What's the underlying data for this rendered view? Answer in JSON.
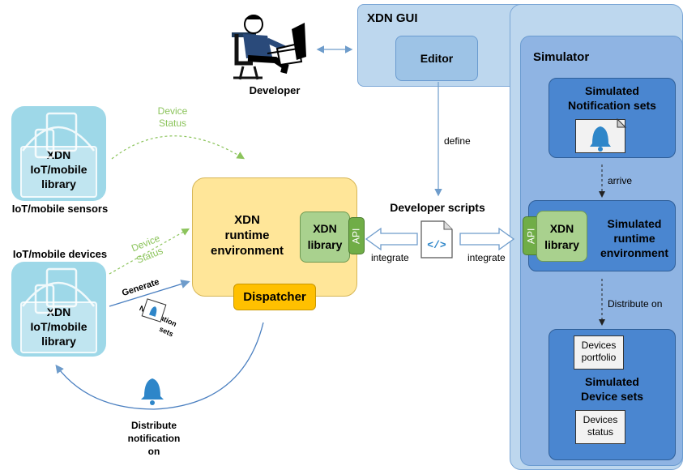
{
  "developer": {
    "label": "Developer"
  },
  "gui": {
    "title": "XDN GUI",
    "editor": "Editor",
    "define_label": "define"
  },
  "simulator": {
    "title": "Simulator",
    "notif_sets_line1": "Simulated",
    "notif_sets_line2": "Notification sets",
    "arrive_label": "arrive",
    "runtime_api": "API",
    "runtime_lib_line1": "XDN",
    "runtime_lib_line2": "library",
    "runtime_line1": "Simulated",
    "runtime_line2": "runtime",
    "runtime_line3": "environment",
    "distribute_label": "Distribute on",
    "devices_portfolio_line1": "Devices",
    "devices_portfolio_line2": "portfolio",
    "device_sets_line1": "Simulated",
    "device_sets_line2": "Device sets",
    "devices_status_line1": "Devices",
    "devices_status_line2": "status"
  },
  "scripts": {
    "label": "Developer scripts",
    "integrate_left": "integrate",
    "integrate_right": "integrate"
  },
  "runtime": {
    "line1": "XDN",
    "line2": "runtime",
    "line3": "environment",
    "lib_line1": "XDN",
    "lib_line2": "library",
    "api": "API",
    "dispatcher": "Dispatcher"
  },
  "sensors": {
    "caption": "IoT/mobile sensors",
    "lib_line1": "XDN",
    "lib_line2": "IoT/mobile",
    "lib_line3": "library",
    "status_line1": "Device",
    "status_line2": "Status"
  },
  "devices": {
    "caption": "IoT/mobile devices",
    "lib_line1": "XDN",
    "lib_line2": "IoT/mobile",
    "lib_line3": "library",
    "status_line1": "Device",
    "status_line2": "Status",
    "generate_label": "Generate",
    "notif_sets_line1": "Notification",
    "notif_sets_line2": "sets"
  },
  "distribute": {
    "line1": "Distribute",
    "line2": "notification",
    "line3": "on"
  },
  "colors": {
    "gui_bg": "#bdd7ee",
    "box_blue": "#9dc3e6",
    "sim_inner": "#8fb4e3",
    "dark_blue": "#4a86d0",
    "runtime_yellow": "#ffe699",
    "dispatcher": "#ffc000",
    "lib_green": "#a9d18e",
    "api_green": "#70ad47",
    "device_tile": "#9ed8e8",
    "status_green": "#8cc45c",
    "bell": "#2e86c9",
    "arrow_blue": "#6e9ccb"
  }
}
